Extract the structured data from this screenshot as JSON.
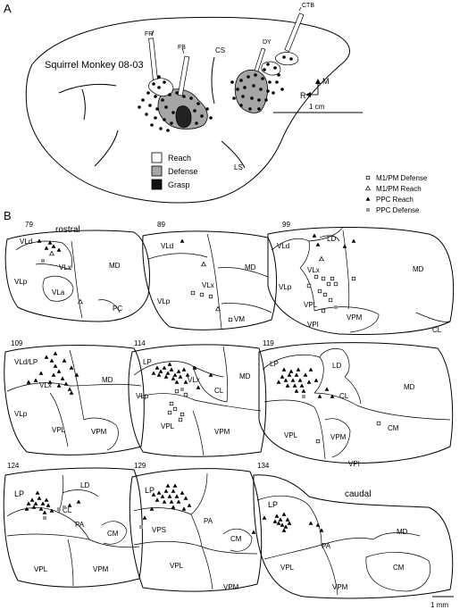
{
  "panel_a": {
    "label": "A",
    "title": "Squirrel Monkey 08-03",
    "injections": [
      "FR",
      "FB",
      "DY",
      "CTB"
    ],
    "sulci": [
      "CS",
      "LS"
    ],
    "orientation": {
      "medial": "M",
      "rostral": "R"
    },
    "scale": "1 cm",
    "legend": [
      {
        "label": "Reach",
        "color": "#ffffff"
      },
      {
        "label": "Defense",
        "color": "#a6a6a6"
      },
      {
        "label": "Grasp",
        "color": "#111111"
      }
    ]
  },
  "panel_b": {
    "label": "B",
    "legend": [
      {
        "label": "M1/PM Defense",
        "symbol": "open-square"
      },
      {
        "label": "M1/PM Reach",
        "symbol": "open-triangle"
      },
      {
        "label": "PPC Reach",
        "symbol": "filled-triangle"
      },
      {
        "label": "PPC Defense",
        "symbol": "gray-square"
      }
    ],
    "rostral": "rostral",
    "caudal": "caudal",
    "scale": "1 mm",
    "sections": [
      {
        "num": "79",
        "labels": [
          "VLd",
          "VLx",
          "VLp",
          "VLa",
          "MD",
          "PC"
        ]
      },
      {
        "num": "89",
        "labels": [
          "VLd",
          "MD",
          "VLx",
          "VLp",
          "VM"
        ]
      },
      {
        "num": "99",
        "labels": [
          "LD",
          "VLd",
          "VLx",
          "VLp",
          "VPL",
          "VPM",
          "VPI",
          "MD",
          "CL"
        ]
      },
      {
        "num": "109",
        "labels": [
          "VLd/LP",
          "VLx",
          "MD",
          "VLp",
          "VPL",
          "VPM"
        ]
      },
      {
        "num": "114",
        "labels": [
          "LP",
          "VLx",
          "CL",
          "VLp",
          "VPL",
          "VPM",
          "MD"
        ]
      },
      {
        "num": "119",
        "labels": [
          "LP",
          "LD",
          "CL",
          "MD",
          "VPL",
          "VPM",
          "VPI",
          "CM"
        ]
      },
      {
        "num": "124",
        "labels": [
          "LP",
          "LD",
          "CL",
          "PA",
          "VPL",
          "VPM"
        ]
      },
      {
        "num": "129",
        "labels": [
          "LP",
          "CM",
          "VPS",
          "PA",
          "VPL",
          "VPM"
        ]
      },
      {
        "num": "134",
        "labels": [
          "LP",
          "CM",
          "PA",
          "VPL",
          "VPM",
          "MD",
          "CM"
        ]
      }
    ]
  }
}
